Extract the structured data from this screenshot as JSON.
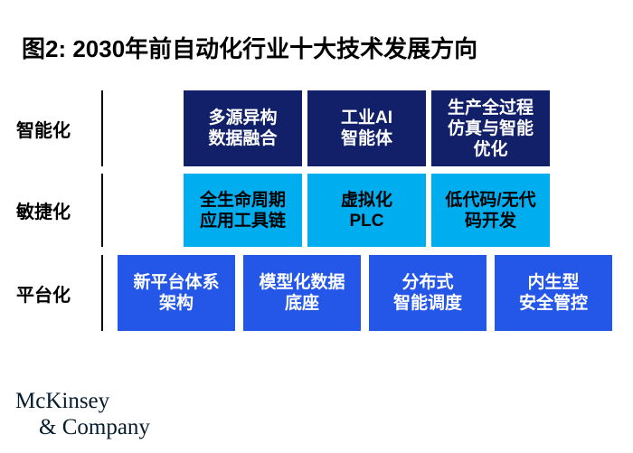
{
  "title": "图2: 2030年前自动化行业十大技术发展方向",
  "rows": [
    {
      "label": "智能化",
      "boxes": [
        {
          "label": "多源异构\n数据融合"
        },
        {
          "label": "工业AI\n智能体"
        },
        {
          "label": "生产全过程\n仿真与智能\n优化"
        }
      ]
    },
    {
      "label": "敏捷化",
      "boxes": [
        {
          "label": "全生命周期\n应用工具链"
        },
        {
          "label": "虚拟化\nPLC"
        },
        {
          "label": "低代码/无代\n码开发"
        }
      ]
    },
    {
      "label": "平台化",
      "boxes": [
        {
          "label": "新平台体系\n架构"
        },
        {
          "label": "模型化数据\n底座"
        },
        {
          "label": "分布式\n智能调度"
        },
        {
          "label": "内生型\n安全管控"
        }
      ]
    }
  ],
  "colors": {
    "intelligence_box": "#112069",
    "agility_box": "#00AEEF",
    "platform_box": "#2457E8",
    "axis_line": "#000000",
    "logo_text": "#051C2C"
  },
  "footer": {
    "logo_line1": "McKinsey",
    "logo_line2": "& Company"
  }
}
